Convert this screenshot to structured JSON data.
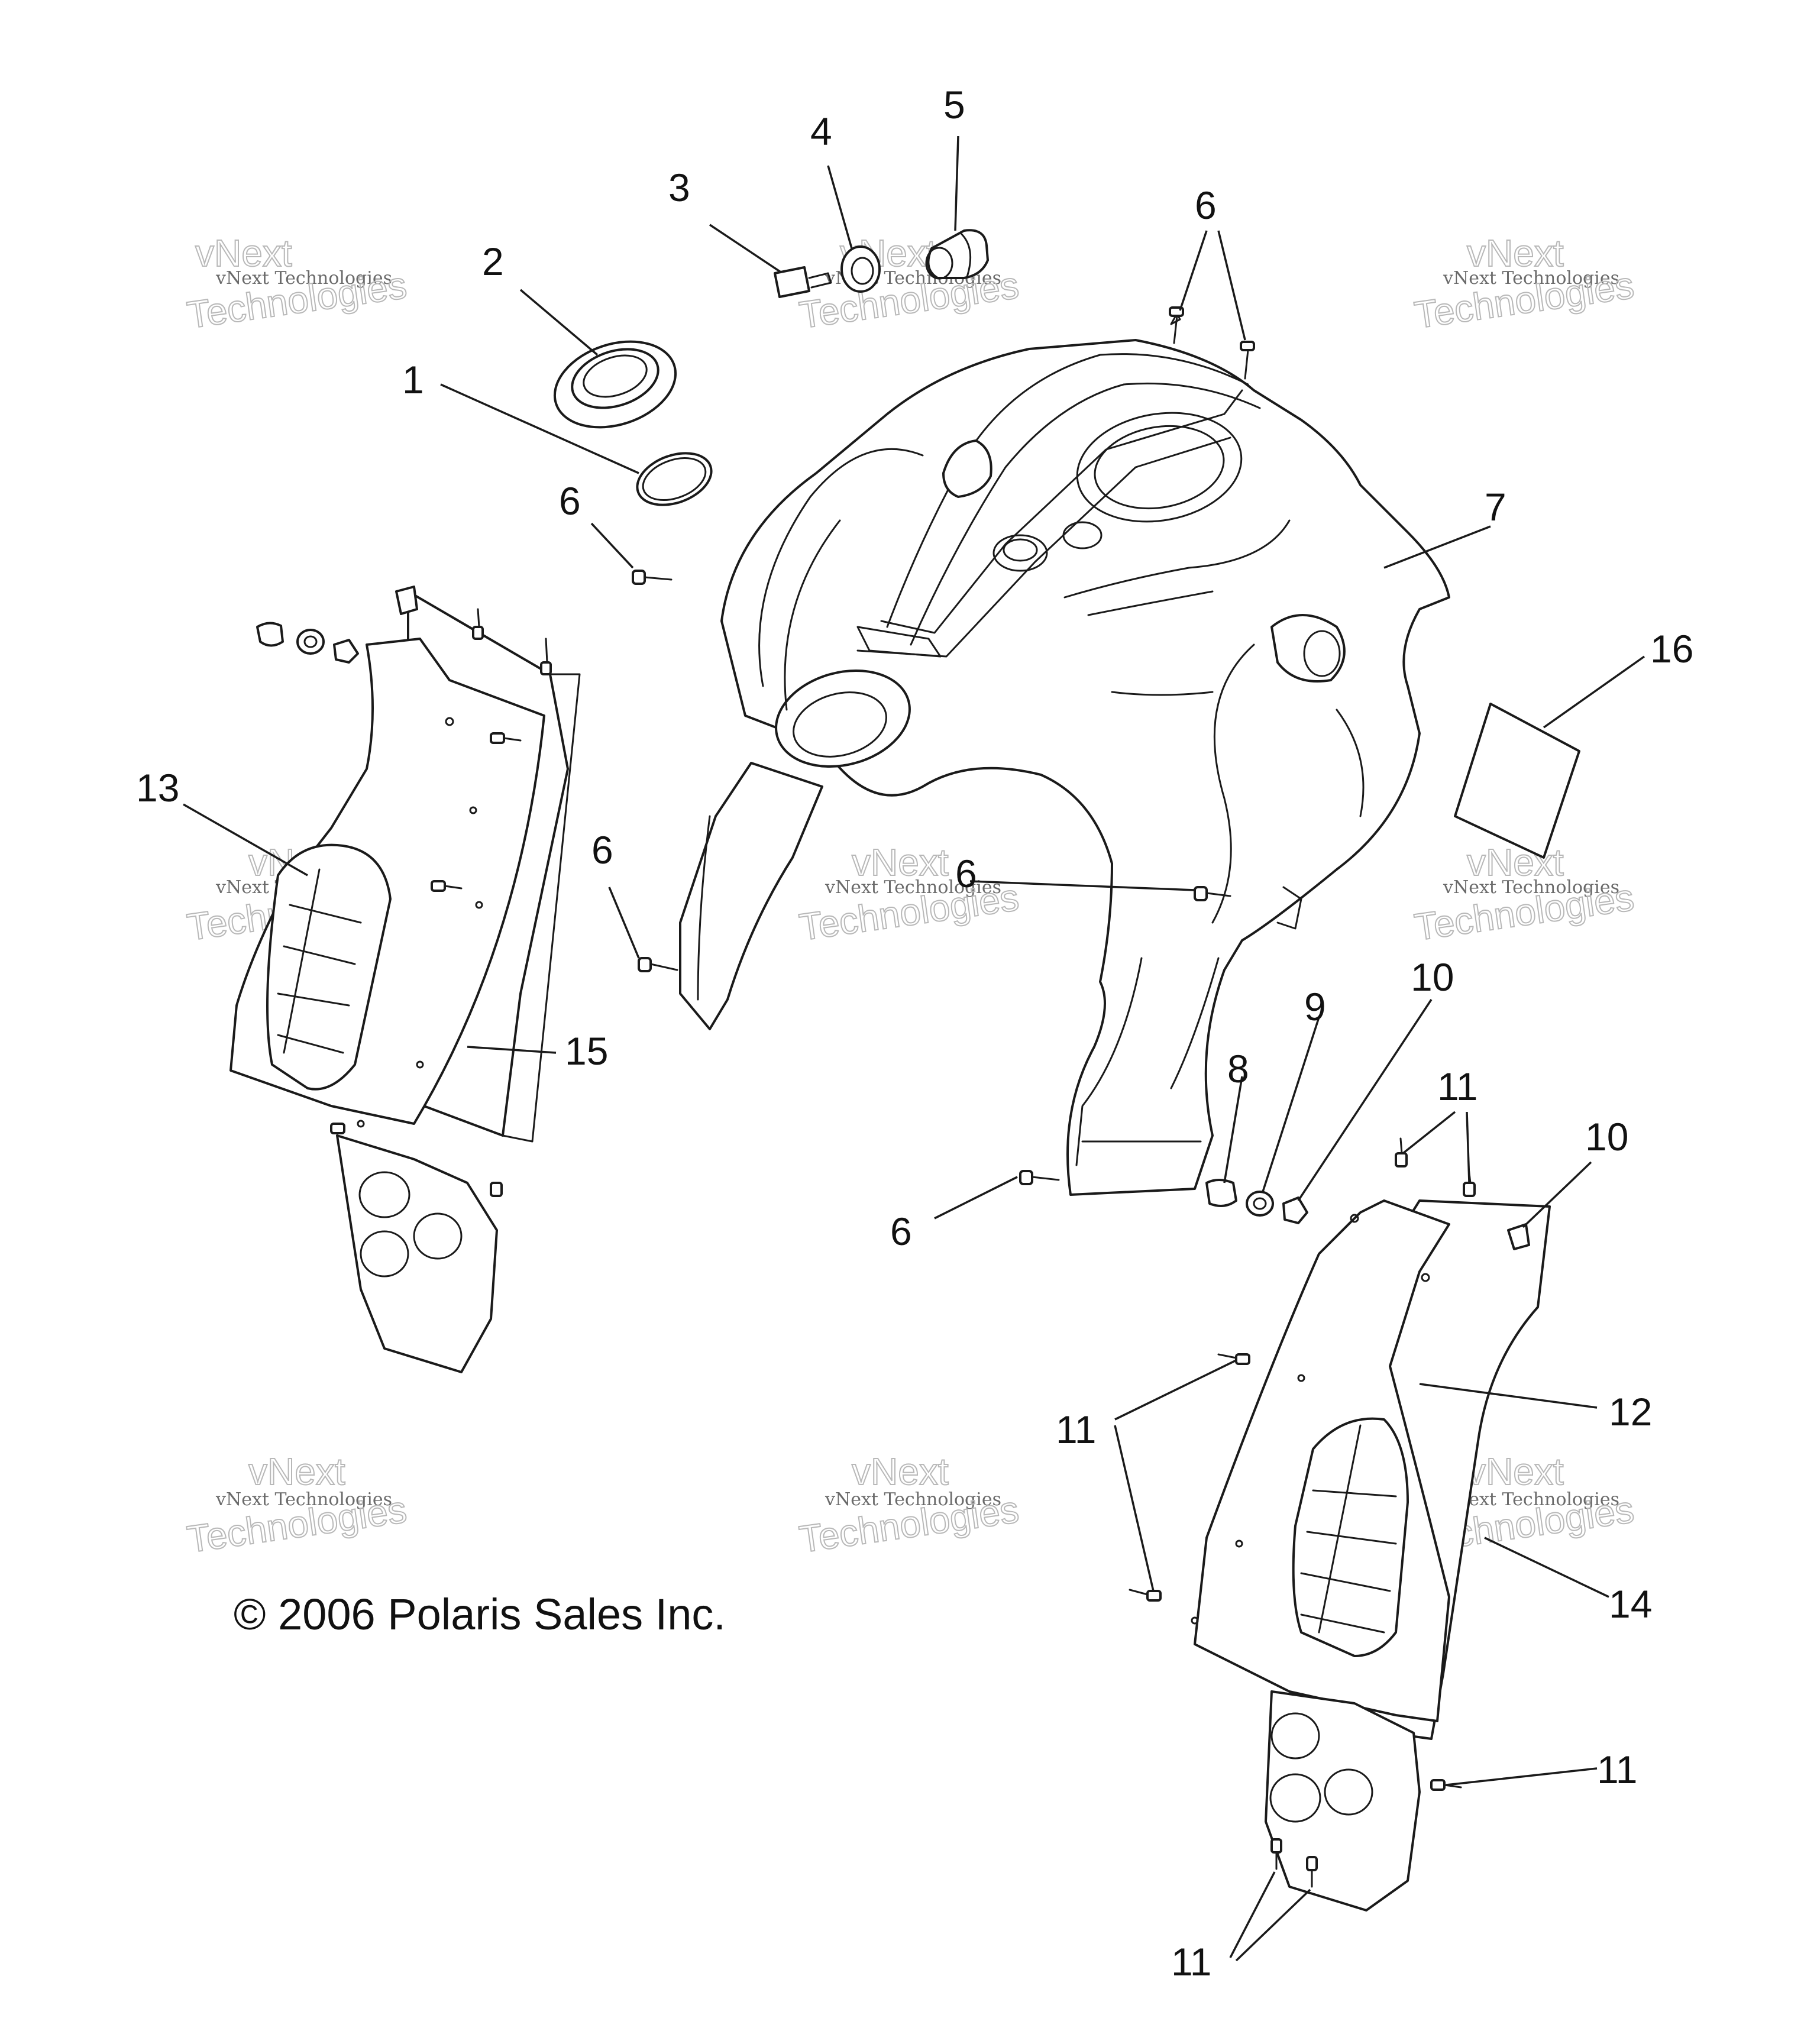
{
  "copyright": "© 2006 Polaris Sales Inc.",
  "watermark": {
    "line1": "vNext Technologies",
    "line2": "Technologies",
    "tag": "vNext"
  },
  "callouts": {
    "c1": "1",
    "c2": "2",
    "c3": "3",
    "c4": "4",
    "c5": "5",
    "c6a": "6",
    "c6b": "6",
    "c6c": "6",
    "c6d": "6",
    "c6e": "6",
    "c7": "7",
    "c8": "8",
    "c9": "9",
    "c10a": "10",
    "c10b": "10",
    "c11a": "11",
    "c11b": "11",
    "c11c": "11",
    "c11d": "11",
    "c12": "12",
    "c13": "13",
    "c14": "14",
    "c15": "15",
    "c16": "16"
  }
}
